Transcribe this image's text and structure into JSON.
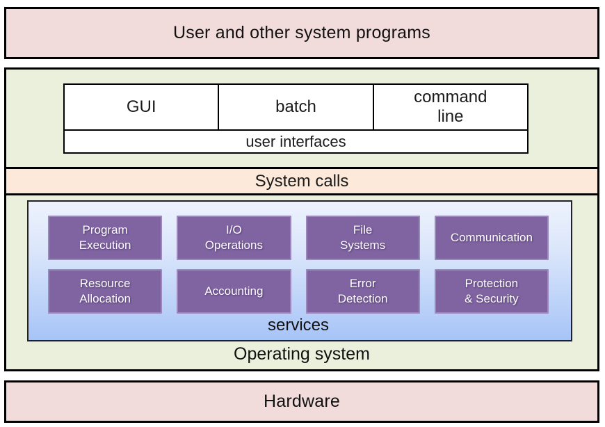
{
  "diagram": {
    "user_programs_label": "User and other system programs",
    "user_interfaces": {
      "items": [
        "GUI",
        "batch",
        "command\nline"
      ],
      "caption": "user interfaces"
    },
    "system_calls_label": "System calls",
    "services": {
      "items": [
        "Program\nExecution",
        "I/O\nOperations",
        "File\nSystems",
        "Communication",
        "Resource\nAllocation",
        "Accounting",
        "Error\nDetection",
        "Protection\n& Security"
      ],
      "caption": "services"
    },
    "operating_system_label": "Operating system",
    "hardware_label": "Hardware"
  },
  "colors": {
    "layer_pink": "#f2dcdb",
    "layer_green": "#ebf0dd",
    "system_calls_peach": "#fde9d9",
    "service_purple": "#8064a2",
    "service_border_purple": "#9c89bb",
    "services_gradient_top": "#edf2fd",
    "services_gradient_bottom": "#a7c4f7",
    "border_black": "#000000",
    "text_white": "#ffffff"
  }
}
